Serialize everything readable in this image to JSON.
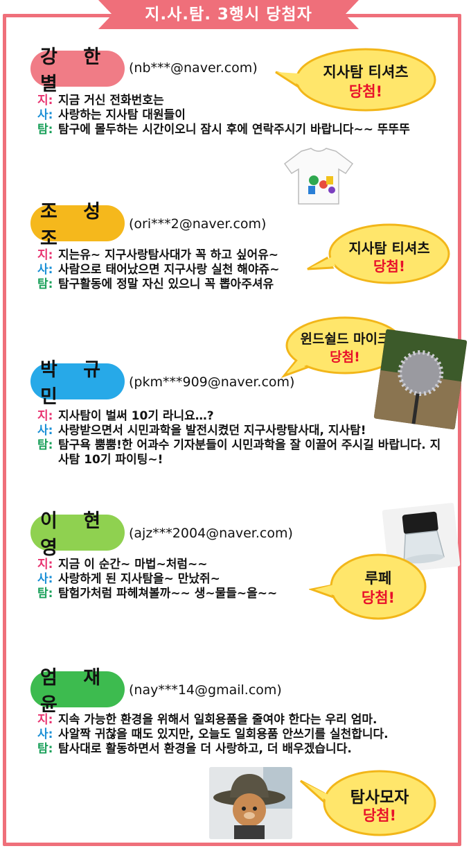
{
  "banner": {
    "title": "지.사.탐. 3행시 당첨자"
  },
  "prefixes": {
    "ji": "지:",
    "sa": "사:",
    "tam": "탐:"
  },
  "won_label": "당첨!",
  "entries": [
    {
      "name": "강 한 별",
      "email": "(nb***@naver.com)",
      "pill_color": "#f07c86",
      "lines": [
        "지금 거신 전화번호는",
        "사랑하는 지사탐 대원들이",
        "탐구에 몰두하는 시간이오니 잠시 후에 연락주시기 바랍니다~~ 뚜뚜뚜"
      ],
      "prize": "지사탐 티셔츠"
    },
    {
      "name": "조 성 조",
      "email": "(ori***2@naver.com)",
      "pill_color": "#f5b81c",
      "lines": [
        "지는유~ 지구사랑탐사대가 꼭 하고 싶어유~",
        "사람으로 태어났으면 지구사랑 실천 해야쥬~",
        "탐구활동에 정말 자신 있으니 꼭 뽑아주셔유"
      ],
      "prize": "지사탐 티셔츠"
    },
    {
      "name": "박 규 민",
      "email": "(pkm***909@naver.com)",
      "pill_color": "#27a9e8",
      "lines": [
        "지사탐이 벌써 10기 라니요…?",
        "사랑받으면서 시민과학을 발전시켰던 지구사랑탐사대, 지사탐!",
        "탐구욕 뿜뿜!한 어과수 기자분들이 시민과학을 잘 이끌어 주시길 바랍니다. 지사탐 10기 파이팅~!"
      ],
      "prize": "윈드쉴드 마이크"
    },
    {
      "name": "이 현 영",
      "email": "(ajz***2004@naver.com)",
      "pill_color": "#8fd150",
      "lines": [
        "지금 이 순간~ 마법~처럼~~",
        "사랑하게 된 지사탐을~ 만났쥐~",
        "탐험가처럼 파헤쳐볼까~~ 생~물들~을~~"
      ],
      "prize": "루페"
    },
    {
      "name": "엄 재 윤",
      "email": "(nay***14@gmail.com)",
      "pill_color": "#3dbb4f",
      "lines": [
        "지속 가능한 환경을 위해서 일회용품을 줄여야 한다는 우리 엄마.",
        "사알짝 귀찮을 때도 있지만, 오늘도 일회용품 안쓰기를 실천합니다.",
        "탐사대로 활동하면서 환경을 더 사랑하고, 더 배우겠습니다."
      ],
      "prize": "탐사모자"
    }
  ]
}
